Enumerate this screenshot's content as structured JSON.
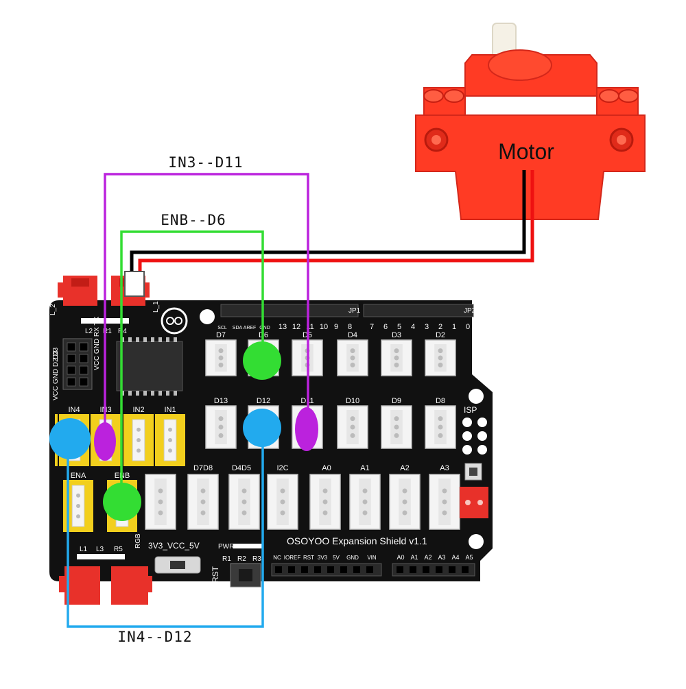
{
  "colors": {
    "board": "#111111",
    "motor_red": "#ff3b24",
    "connector_white": "#f4f4f4",
    "yellow_header": "#f2cf1d",
    "red_connector": "#e8312a",
    "wire_purple": "#bb22dd",
    "wire_green": "#33dd33",
    "wire_blue": "#22aaee",
    "wire_black": "#000000",
    "wire_red": "#ee1111"
  },
  "motor": {
    "label": "Motor"
  },
  "wires": [
    {
      "label": "IN3--D11",
      "color": "purple"
    },
    {
      "label": "ENB--D6",
      "color": "green"
    },
    {
      "label": "IN4--D12",
      "color": "blue"
    }
  ],
  "board": {
    "name": "OSOYOO Expansion Shield v1.1",
    "top_header_labels": [
      "SCL",
      "SDA",
      "AREF",
      "GND",
      "13",
      "12",
      "11",
      "10",
      "9",
      "8",
      "7",
      "6",
      "5",
      "4",
      "3",
      "2",
      "1",
      "0"
    ],
    "jp1": "JP1",
    "jp2": "JP2",
    "row1_ports": [
      "D7",
      "D6",
      "D5",
      "D4",
      "D3",
      "D2"
    ],
    "row2_ports": [
      "D13",
      "D12",
      "D11",
      "D10",
      "D9",
      "D8"
    ],
    "row3_ports": [
      "D7D8",
      "D4D5",
      "I2C",
      "A0",
      "A1",
      "A2",
      "A3"
    ],
    "in_headers": [
      "IN4",
      "IN3",
      "IN2",
      "IN1"
    ],
    "en_headers": [
      "ENA",
      "ENB"
    ],
    "left_labels": {
      "d3": "D3",
      "row1": "VCC GND RX TX",
      "row2": "VCC GND D2 D3"
    },
    "l_labels": [
      "L_2",
      "L_1"
    ],
    "led_labels_top": [
      "L2",
      "R1",
      "R4"
    ],
    "led_labels_bottom": [
      "L1",
      "L3",
      "R5"
    ],
    "rgb": "RGB",
    "isp": "ISP",
    "power_switch": "3V3_VCC_5V",
    "rst": "RST",
    "pwr": "PWR",
    "r_labels": [
      "R1",
      "R2",
      "R3"
    ],
    "power_header": [
      "NC",
      "IOREF",
      "RST",
      "3V3",
      "5V",
      "GND",
      "VIN"
    ],
    "analog_header": [
      "A0",
      "A1",
      "A2",
      "A3",
      "A4",
      "A5"
    ]
  }
}
